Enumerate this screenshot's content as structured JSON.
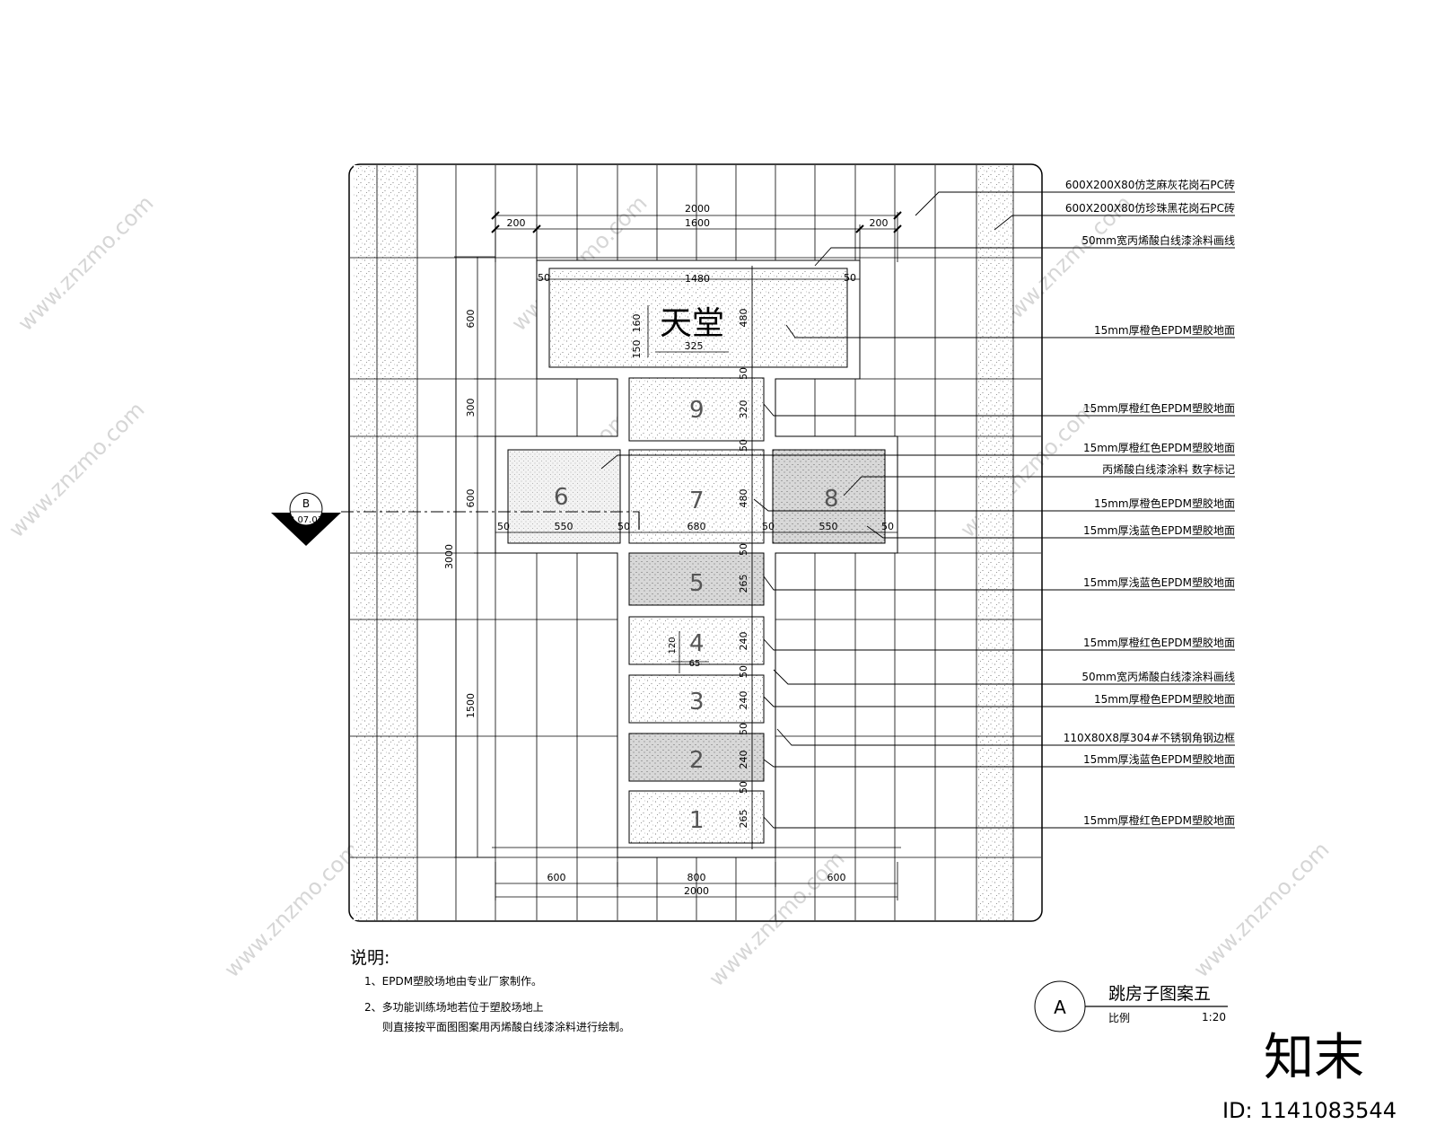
{
  "watermark": {
    "site": "www.znzmo.com",
    "brand": "知末",
    "id": "ID: 1141083544"
  },
  "plan": {
    "heaven_text": "天堂",
    "boxes": [
      "9",
      "6",
      "7",
      "8",
      "5",
      "4",
      "3",
      "2",
      "1"
    ],
    "section_marker": {
      "letter": "B",
      "ref": "3.07.03"
    }
  },
  "dims": {
    "top_total": "2000",
    "top_left": "200",
    "top_mid": "1600",
    "top_right": "200",
    "head_left": "50",
    "head_mid": "1480",
    "head_right": "50",
    "text_h1": "160",
    "text_h2": "150",
    "text_w": "325",
    "head_h": "480",
    "gap_a": "50",
    "box9_h": "320",
    "gap_b": "50",
    "row_h": "480",
    "mid_w": [
      "50",
      "550",
      "50",
      "680",
      "50",
      "550",
      "50"
    ],
    "gap_c": "50",
    "box5_h": "265",
    "box4_h": "240",
    "gap_d": "50",
    "box3_h": "240",
    "gap_e": "50",
    "box2_h": "240",
    "gap_f": "50",
    "box1_h": "265",
    "small_120": "120",
    "small_65": "65",
    "left_600a": "600",
    "left_300": "300",
    "left_600b": "600",
    "left_3000": "3000",
    "left_1500": "1500",
    "bot_left": "600",
    "bot_mid": "800",
    "bot_right": "600",
    "bot_total": "2000"
  },
  "labels": [
    "600X200X80仿芝麻灰花岗石PC砖",
    "600X200X80仿珍珠黑花岗石PC砖",
    "50mm宽丙烯酸白线漆涂料画线",
    "15mm厚橙色EPDM塑胶地面",
    "15mm厚橙红色EPDM塑胶地面",
    "15mm厚橙红色EPDM塑胶地面",
    "丙烯酸白线漆涂料 数字标记",
    "15mm厚橙色EPDM塑胶地面",
    "15mm厚浅蓝色EPDM塑胶地面",
    "15mm厚浅蓝色EPDM塑胶地面",
    "15mm厚橙红色EPDM塑胶地面",
    "50mm宽丙烯酸白线漆涂料画线",
    "15mm厚橙色EPDM塑胶地面",
    "110X80X8厚304#不锈钢角钢边框",
    "15mm厚浅蓝色EPDM塑胶地面",
    "15mm厚橙红色EPDM塑胶地面"
  ],
  "notes": {
    "title": "说明:",
    "line1": "1、EPDM塑胶场地由专业厂家制作。",
    "line2": "2、多功能训练场地若位于塑胶场地上",
    "line3": "则直接按平面图图案用丙烯酸白线漆涂料进行绘制。"
  },
  "title_block": {
    "letter": "A",
    "title": "跳房子图案五",
    "scale_label": "比例",
    "scale": "1:20"
  }
}
